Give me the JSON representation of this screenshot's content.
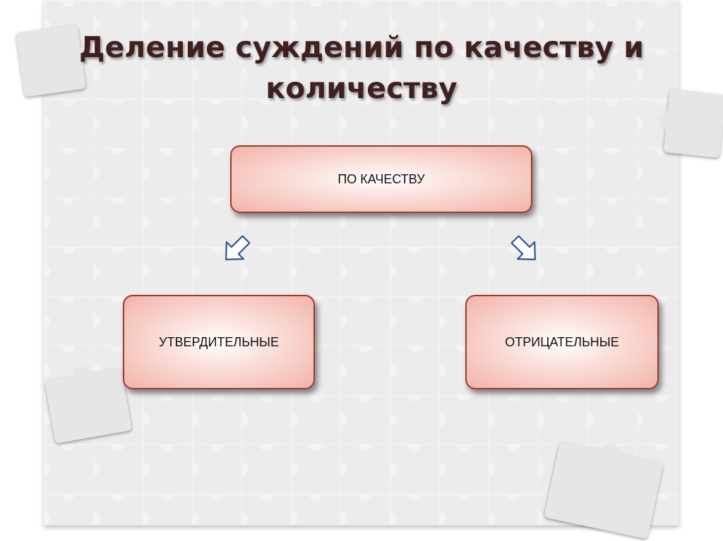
{
  "slide": {
    "title": "Деление суждений по качеству и количеству"
  },
  "diagram": {
    "root": {
      "label": "ПО КАЧЕСТВУ"
    },
    "children": [
      {
        "label": "УТВЕРДИТЕЛЬНЫЕ"
      },
      {
        "label": "ОТРИЦАТЕЛЬНЫЕ"
      }
    ],
    "colors": {
      "node_border": "#9b3a32",
      "node_fill": "#f2b3a8",
      "arrow_stroke": "#2f5597",
      "title": "#3f1f1f"
    }
  }
}
